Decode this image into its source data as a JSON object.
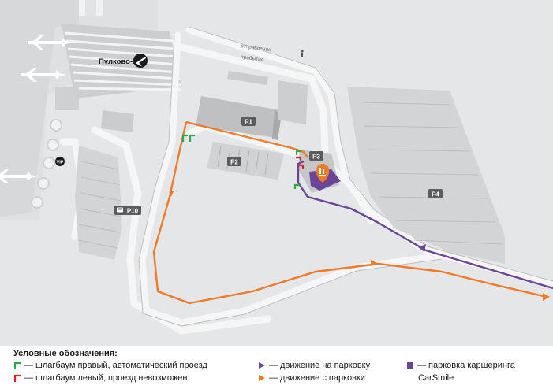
{
  "map": {
    "terminal_label": "Пулково-1",
    "vip_label": "VIP",
    "road_labels": {
      "departure": "отправление",
      "arrival": "прибытие"
    },
    "parkings": [
      {
        "id": "p1",
        "label": "P1"
      },
      {
        "id": "p2",
        "label": "P2"
      },
      {
        "id": "p3",
        "label": "P3"
      },
      {
        "id": "p4",
        "label": "P4"
      },
      {
        "id": "p10",
        "label": "P10"
      }
    ],
    "colors": {
      "background": "#dfe0e1",
      "building": "#c9cacc",
      "road": "#f4f4f4",
      "grass": "#e8e9ea",
      "exit_route": "#f07a26",
      "entry_route": "#6b4596",
      "barrier_right": "#2aa84a",
      "barrier_left": "#d8222b",
      "carsharing": "#6b4596",
      "marker": "#f07a26"
    },
    "icons": [
      "plane-icon",
      "plane-badge-icon",
      "pedestrian-icon",
      "bus-icon",
      "carsmile-marker-icon"
    ]
  },
  "legend": {
    "title": "Условные обозначения:",
    "items": [
      {
        "id": "barrier-right",
        "text": "— шлагбаум правый, автоматический проезд"
      },
      {
        "id": "barrier-left",
        "text": "— шлагбаум левый, проезд невозможен"
      },
      {
        "id": "entry-route",
        "text": "— движение на парковку"
      },
      {
        "id": "exit-route",
        "text": "— движение с парковки"
      },
      {
        "id": "carsharing",
        "text": "— парковка каршеринга"
      },
      {
        "id": "carsharing-brand",
        "text": "CarSmile"
      }
    ]
  }
}
